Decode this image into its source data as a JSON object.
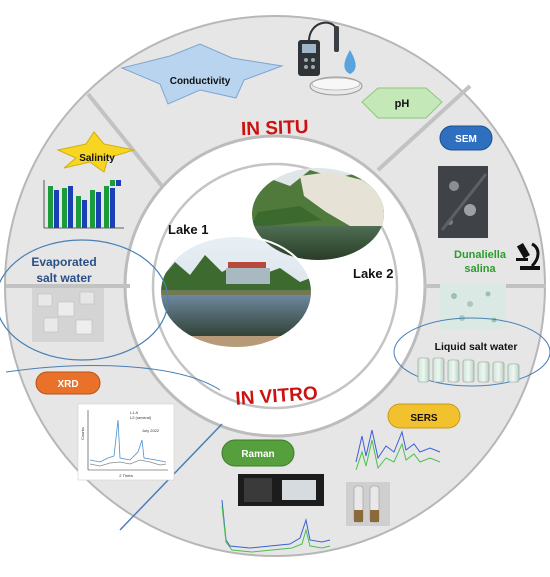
{
  "center": {
    "lake1_label": "Lake 1",
    "lake2_label": "Lake 2"
  },
  "ring": {
    "in_situ_label": "IN SITU",
    "in_vitro_label": "IN VITRO"
  },
  "methods": {
    "conductivity": "Conductivity",
    "ph": "pH",
    "salinity": "Salinity",
    "sem": "SEM",
    "dunaliella": [
      "Dunaliella",
      "salina"
    ],
    "evaporated": [
      "Evaporated",
      "salt water"
    ],
    "liquid": "Liquid salt water",
    "xrd": "XRD",
    "sers": "SERS",
    "raman": "Raman"
  },
  "xrd_plot": {
    "legend": [
      "L1 A",
      "L2 (several)"
    ],
    "date": "July 2022",
    "xlabel": "2 Theta",
    "ylabel": "Counts"
  },
  "colors": {
    "ring_fill": "#e6e6e6",
    "divider": "#bdbdbd",
    "in_situ_red": "#cc1111",
    "blue_shape": "#b8d4ef",
    "green_shape": "#c5e8b8",
    "salinity_star": "#f7d520",
    "sem_pill": "#2f6fc0",
    "xrd_pill": "#e9712a",
    "sers_pill": "#f2c12e",
    "raman_pill": "#55a03c",
    "dunaliella_green": "#2e9b2e",
    "salinity_bar_green": "#1c9b3a",
    "salinity_bar_blue": "#1b3fb5"
  }
}
